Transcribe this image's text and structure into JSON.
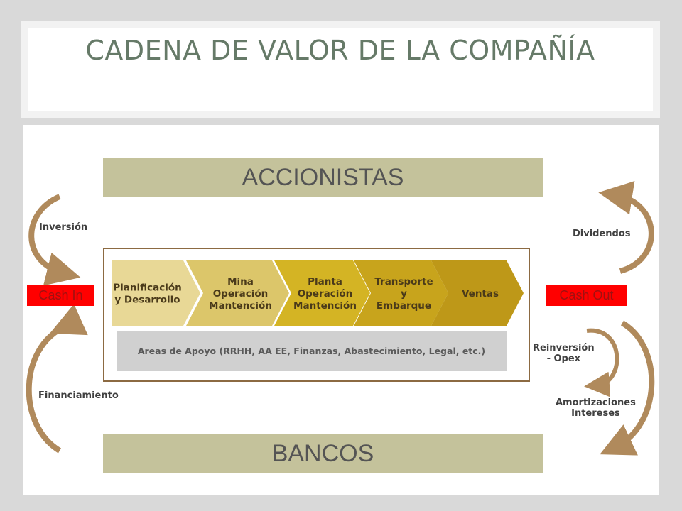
{
  "title": "CADENA DE VALOR DE LA COMPAÑÍA",
  "top_bar": "ACCIONISTAS",
  "bottom_bar": "BANCOS",
  "chain": [
    {
      "lines": [
        "Planificación",
        "y Desarrollo"
      ],
      "color": "#e8d896"
    },
    {
      "lines": [
        "Mina",
        "Operación",
        "Mantención"
      ],
      "color": "#dcc66a"
    },
    {
      "lines": [
        "Planta",
        "Operación",
        "Mantención"
      ],
      "color": "#d4b424"
    },
    {
      "lines": [
        "Transporte",
        "y",
        "Embarque"
      ],
      "color": "#c8a41c"
    },
    {
      "lines": [
        "Ventas"
      ],
      "color": "#be9818"
    }
  ],
  "support": "Areas de Apoyo (RRHH, AA EE, Finanzas, Abastecimiento, Legal, etc.)",
  "cash_in": "Cash In",
  "cash_out": "Cash Out",
  "left_labels": {
    "inversion": "Inversión",
    "financiamiento": "Financiamiento"
  },
  "right_labels": {
    "dividendos": "Dividendos",
    "reinversion": "Reinversión\n- Opex",
    "amortizaciones": "Amortizaciones\nIntereses"
  },
  "colors": {
    "arrow": "#b08a5c",
    "frame": "#8c6a42",
    "title": "#667a68",
    "cash": "#ff0000"
  }
}
